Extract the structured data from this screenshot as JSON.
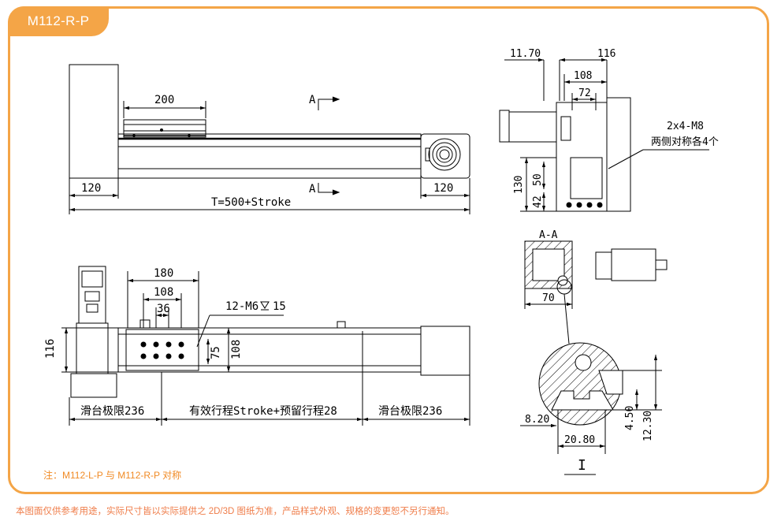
{
  "model_tag": "M112-R-P",
  "note": "注：M112-L-P 与 M112-R-P 对称",
  "disclaimer": "本图面仅供参考用途，实际尺寸皆以实际提供之 2D/3D 图纸为准，产品样式外观、规格的变更恕不另行通知。",
  "top_view": {
    "dim_200": "200",
    "dim_120_left": "120",
    "dim_120_right": "120",
    "dim_total": "T=500+Stroke",
    "section_mark_top": "A",
    "section_mark_bottom": "A"
  },
  "front_view": {
    "dim_180": "180",
    "dim_108_top": "108",
    "dim_36": "36",
    "hole_callout": "12-M6",
    "hole_depth": "15",
    "dim_116": "116",
    "dim_75": "75",
    "dim_108_side": "108",
    "label_slide_limit_left": "滑台极限236",
    "label_stroke": "有效行程Stroke+预留行程28",
    "label_slide_limit_right": "滑台极限236"
  },
  "end_view": {
    "dim_11_70": "11.70",
    "dim_116": "116",
    "dim_108": "108",
    "dim_72": "72",
    "dim_130": "130",
    "dim_50": "50",
    "dim_42": "42",
    "thread_callout": "2x4-M8",
    "thread_note": "两侧对称各4个"
  },
  "section_view": {
    "title": "A-A",
    "dim_70": "70"
  },
  "detail_view": {
    "dim_8_20": "8.20",
    "dim_20_80": "20.80",
    "dim_4_50": "4.50",
    "dim_12_30": "12.30",
    "label": "I"
  }
}
